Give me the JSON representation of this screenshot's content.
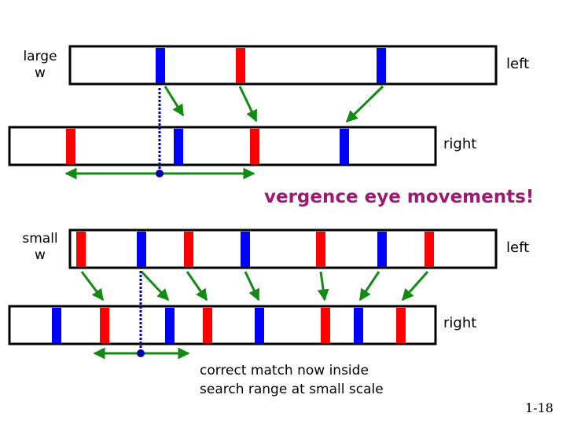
{
  "labels": {
    "large_w": [
      "large",
      "w"
    ],
    "small_w": [
      "small",
      "w"
    ],
    "left_large": "left",
    "right_large": "right",
    "left_small": "left",
    "right_small": "right"
  },
  "headline": "vergence eye movements!",
  "caption": [
    "correct match now inside",
    "search range at small scale"
  ],
  "page_number": "1-18",
  "colors": {
    "red_stripe": "#ff0000",
    "blue_stripe": "#0000ff",
    "arrow": "#138a13",
    "headline": "#9b1b73",
    "dotted_line": "#0000aa",
    "bar_border": "#000000"
  }
}
